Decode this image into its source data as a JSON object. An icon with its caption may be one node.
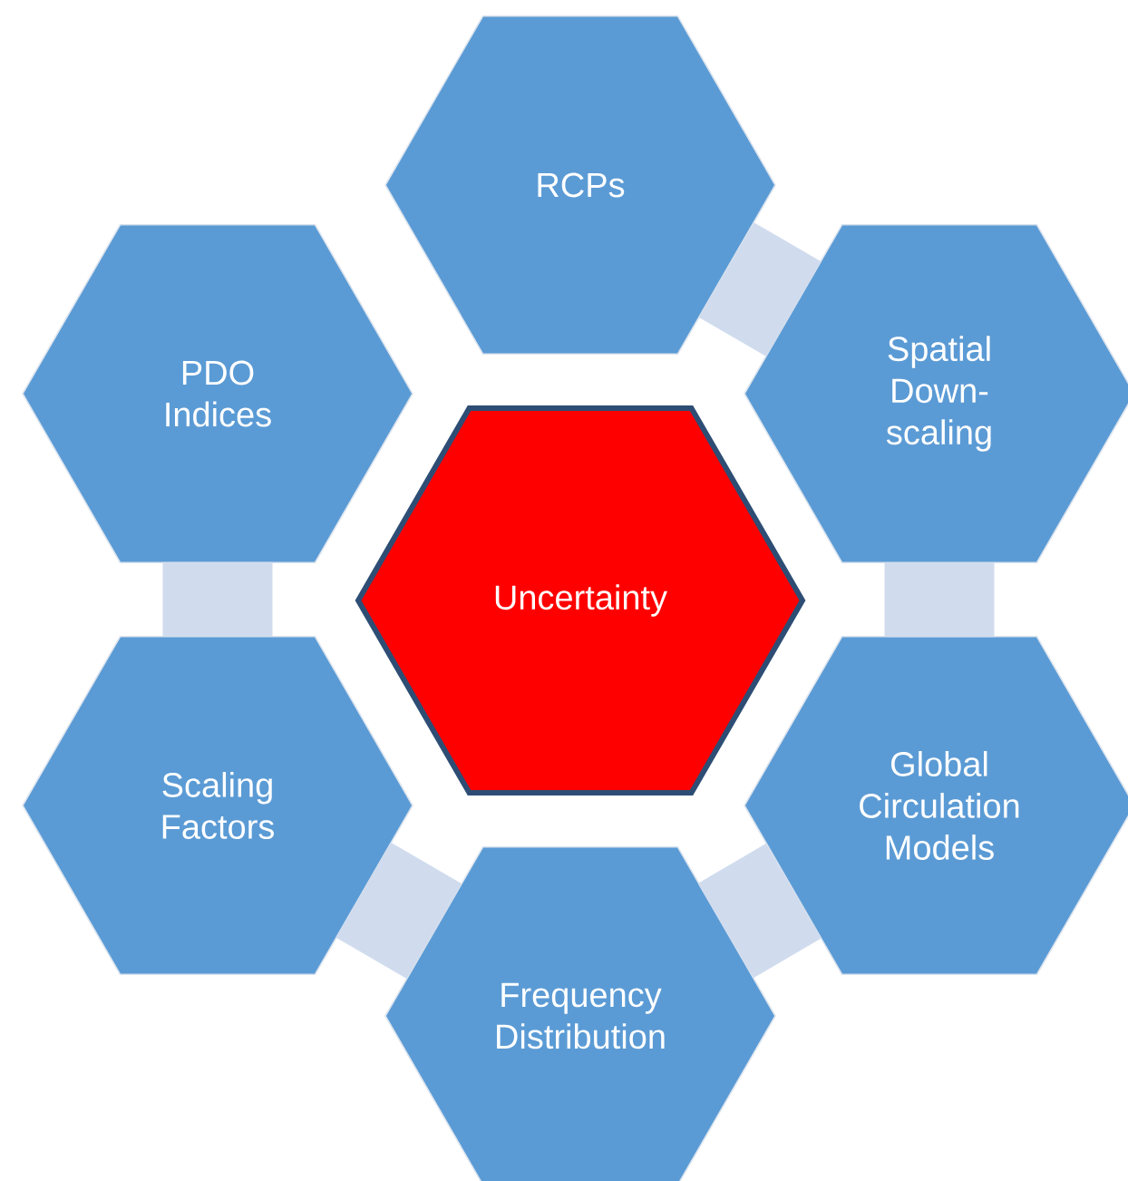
{
  "diagram": {
    "nodes": [
      {
        "text": [
          "RCPs"
        ]
      },
      {
        "text": [
          "PDO Indices"
        ]
      },
      {
        "text": [
          "Spatial Down-scaling"
        ]
      },
      {
        "text": [
          "Uncertainty"
        ]
      },
      {
        "text": [
          "Scaling Factors"
        ]
      },
      {
        "text": [
          "Global Circulation Models"
        ]
      },
      {
        "text": [
          "Frequency Distribution"
        ]
      }
    ],
    "edges": [
      {
        "from": 0,
        "to": 2,
        "arrow": "none",
        "style": "thick"
      },
      {
        "from": 2,
        "to": 5,
        "arrow": "none",
        "style": "thick"
      },
      {
        "from": 5,
        "to": 6,
        "arrow": "none",
        "style": "thick"
      },
      {
        "from": 6,
        "to": 4,
        "arrow": "none",
        "style": "thick"
      },
      {
        "from": 4,
        "to": 1,
        "arrow": "none",
        "style": "thick"
      }
    ]
  }
}
